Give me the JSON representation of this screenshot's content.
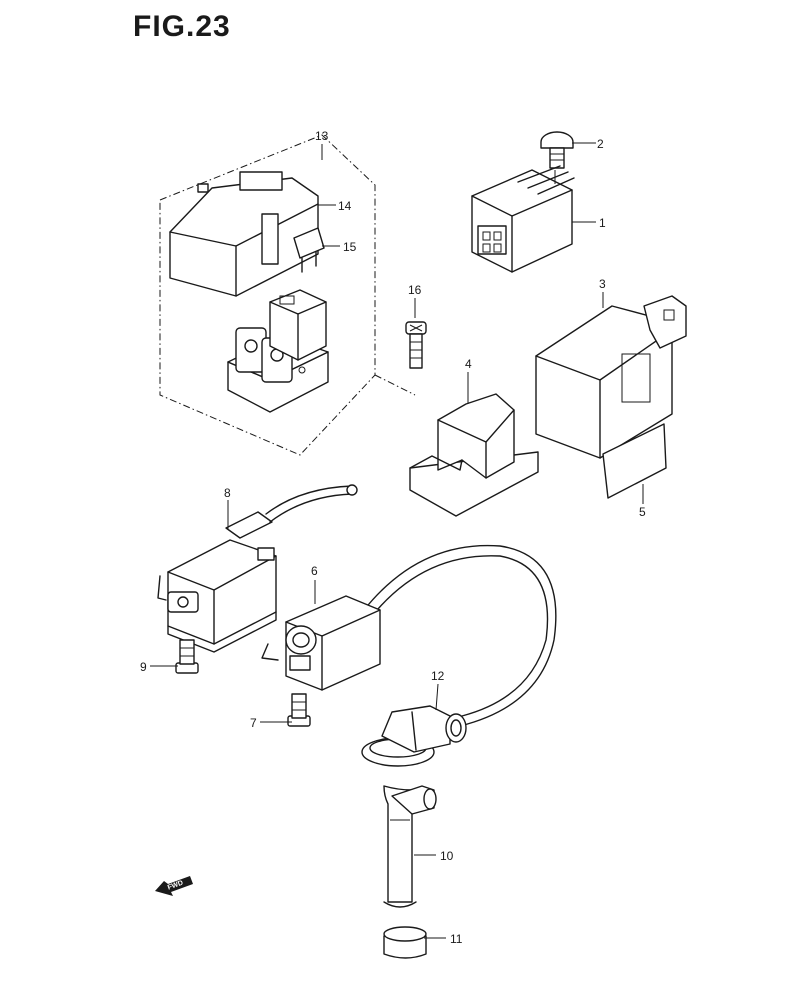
{
  "figure": {
    "title": "FIG.23"
  },
  "callouts": [
    {
      "id": "c1",
      "label": "1"
    },
    {
      "id": "c2",
      "label": "2"
    },
    {
      "id": "c3",
      "label": "3"
    },
    {
      "id": "c4",
      "label": "4"
    },
    {
      "id": "c5",
      "label": "5"
    },
    {
      "id": "c6",
      "label": "6"
    },
    {
      "id": "c7",
      "label": "7"
    },
    {
      "id": "c8",
      "label": "8"
    },
    {
      "id": "c9",
      "label": "9"
    },
    {
      "id": "c10",
      "label": "10"
    },
    {
      "id": "c11",
      "label": "11"
    },
    {
      "id": "c12",
      "label": "12"
    },
    {
      "id": "c13",
      "label": "13"
    },
    {
      "id": "c14",
      "label": "14"
    },
    {
      "id": "c15",
      "label": "15"
    },
    {
      "id": "c16",
      "label": "16"
    }
  ],
  "direction_badge": {
    "label": "FWD"
  },
  "colors": {
    "ink": "#1a1a1a",
    "paper": "#ffffff"
  }
}
